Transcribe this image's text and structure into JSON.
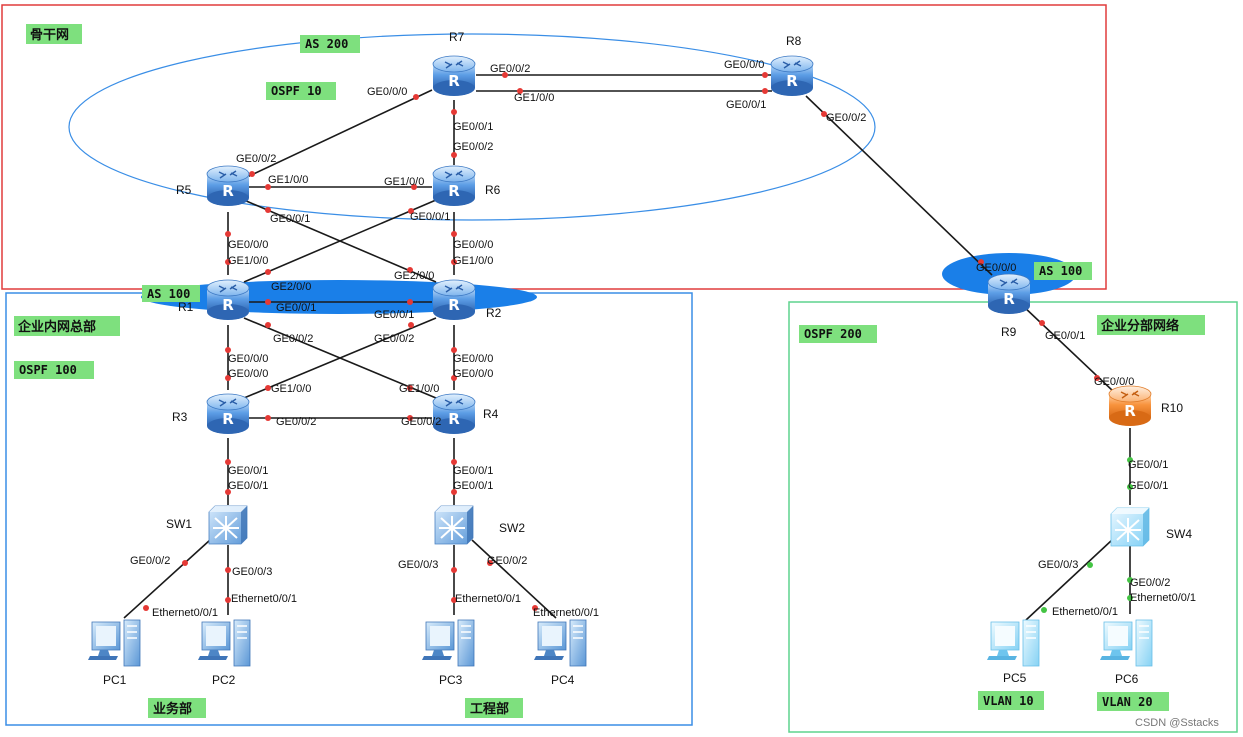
{
  "areas": [
    {
      "label": "骨干网",
      "border": "#e03c3c"
    },
    {
      "label": "企业内网总部",
      "border": "#3a8ee6"
    },
    {
      "label": "企业分部网络",
      "border": "#5fd38d"
    }
  ],
  "tags": [
    "AS 200",
    "OSPF 10",
    "AS 100",
    "OSPF 100",
    "AS 100",
    "OSPF 200",
    "VLAN 10",
    "VLAN 20"
  ],
  "department_labels": [
    "业务部",
    "工程部"
  ],
  "nodes": [
    {
      "label": "R7",
      "icon": "router-icon"
    },
    {
      "label": "R8",
      "icon": "router-icon"
    },
    {
      "label": "R5",
      "icon": "router-icon"
    },
    {
      "label": "R6",
      "icon": "router-icon"
    },
    {
      "label": "R1",
      "icon": "router-icon"
    },
    {
      "label": "R2",
      "icon": "router-icon"
    },
    {
      "label": "R3",
      "icon": "router-icon"
    },
    {
      "label": "R4",
      "icon": "router-icon"
    },
    {
      "label": "R9",
      "icon": "router-icon"
    },
    {
      "label": "R10",
      "icon": "router-icon"
    },
    {
      "label": "SW1",
      "icon": "switch-icon"
    },
    {
      "label": "SW2",
      "icon": "switch-icon"
    },
    {
      "label": "SW4",
      "icon": "switch-icon"
    },
    {
      "label": "PC1",
      "icon": "pc-icon"
    },
    {
      "label": "PC2",
      "icon": "pc-icon"
    },
    {
      "label": "PC3",
      "icon": "pc-icon"
    },
    {
      "label": "PC4",
      "icon": "pc-icon"
    },
    {
      "label": "PC5",
      "icon": "pc-icon"
    },
    {
      "label": "PC6",
      "icon": "pc-icon"
    }
  ],
  "links": [
    {
      "from": "R7",
      "to": "R8",
      "ports": [
        "GE0/0/2",
        "GE0/0/0"
      ]
    },
    {
      "from": "R7",
      "to": "R8",
      "ports": [
        "GE1/0/0",
        "GE0/0/1"
      ]
    },
    {
      "from": "R7",
      "to": "R5",
      "ports": [
        "GE0/0/0",
        "GE0/0/2"
      ]
    },
    {
      "from": "R7",
      "to": "R6",
      "ports": [
        "GE0/0/1",
        "GE0/0/2"
      ]
    },
    {
      "from": "R8",
      "to": "R9",
      "ports": [
        "GE0/0/2",
        "GE0/0/0"
      ]
    },
    {
      "from": "R5",
      "to": "R6",
      "ports": [
        "GE1/0/0",
        "GE1/0/0"
      ]
    },
    {
      "from": "R5",
      "to": "R2",
      "ports": [
        "GE0/0/1",
        "GE2/0/0"
      ]
    },
    {
      "from": "R6",
      "to": "R1",
      "ports": [
        "GE0/0/1",
        "GE2/0/0"
      ]
    },
    {
      "from": "R5",
      "to": "R1",
      "ports": [
        "GE0/0/0",
        "GE1/0/0"
      ]
    },
    {
      "from": "R6",
      "to": "R2",
      "ports": [
        "GE0/0/0",
        "GE1/0/0"
      ]
    },
    {
      "from": "R1",
      "to": "R2",
      "ports": [
        "GE0/0/1",
        "GE0/0/1"
      ]
    },
    {
      "from": "R1",
      "to": "R4",
      "ports": [
        "GE0/0/2",
        "GE1/0/0"
      ]
    },
    {
      "from": "R2",
      "to": "R3",
      "ports": [
        "GE0/0/2",
        "GE1/0/0"
      ]
    },
    {
      "from": "R1",
      "to": "R3",
      "ports": [
        "GE0/0/0",
        "GE0/0/0"
      ]
    },
    {
      "from": "R2",
      "to": "R4",
      "ports": [
        "GE0/0/0",
        "GE0/0/0"
      ]
    },
    {
      "from": "R3",
      "to": "R4",
      "ports": [
        "GE0/0/2",
        "GE0/0/2"
      ]
    },
    {
      "from": "R3",
      "to": "SW1",
      "ports": [
        "GE0/0/1",
        "GE0/0/1"
      ]
    },
    {
      "from": "R4",
      "to": "SW2",
      "ports": [
        "GE0/0/1",
        "GE0/0/1"
      ]
    },
    {
      "from": "SW1",
      "to": "PC1",
      "ports": [
        "GE0/0/2",
        "Ethernet0/0/1"
      ]
    },
    {
      "from": "SW1",
      "to": "PC2",
      "ports": [
        "GE0/0/3",
        "Ethernet0/0/1"
      ]
    },
    {
      "from": "SW2",
      "to": "PC3",
      "ports": [
        "GE0/0/3",
        "Ethernet0/0/1"
      ]
    },
    {
      "from": "SW2",
      "to": "PC4",
      "ports": [
        "GE0/0/2",
        "Ethernet0/0/1"
      ]
    },
    {
      "from": "R9",
      "to": "R10",
      "ports": [
        "GE0/0/1",
        "GE0/0/0"
      ]
    },
    {
      "from": "R10",
      "to": "SW4",
      "ports": [
        "GE0/0/1",
        "GE0/0/1"
      ]
    },
    {
      "from": "SW4",
      "to": "PC5",
      "ports": [
        "GE0/0/3",
        "Ethernet0/0/1"
      ]
    },
    {
      "from": "SW4",
      "to": "PC6",
      "ports": [
        "GE0/0/2",
        "Ethernet0/0/1"
      ]
    }
  ],
  "watermark": "CSDN @Sstacks",
  "colors": {
    "backbone_border": "#e03c3c",
    "hq_border": "#3a8ee6",
    "branch_border": "#5fd38d",
    "tag_fill": "#7ee07e",
    "router_blue": "#3d7fcf",
    "router_orange": "#f7913a",
    "as100_ellipse": "#1a7fe8",
    "link": "#1a1a1a",
    "port_dot_red": "#e53935",
    "port_dot_green": "#43c443"
  }
}
